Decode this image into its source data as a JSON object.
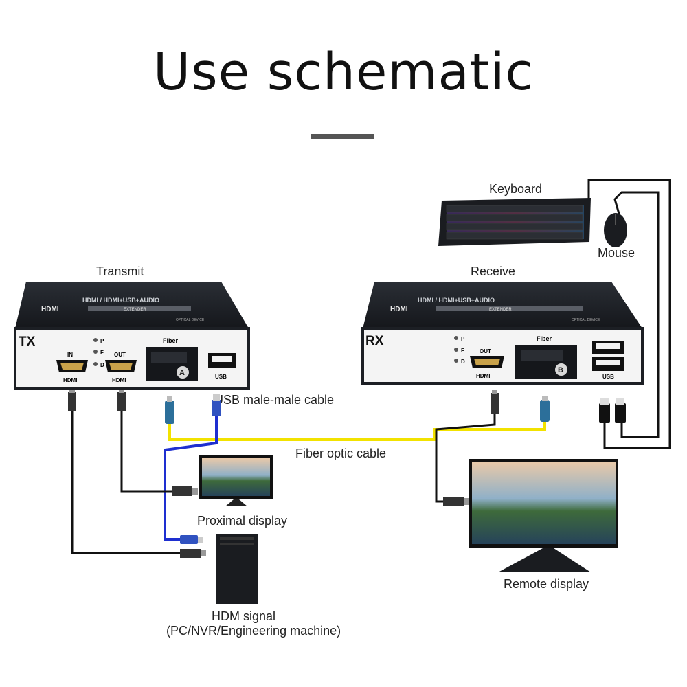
{
  "title": "Use schematic",
  "transmitter": {
    "caption": "Transmit",
    "code": "TX",
    "model_text": "HDMI / HDMI+USB+AUDIO",
    "brand": "HDMI",
    "extender": "EXTENDER",
    "sub": "OPTICAL DEVICE",
    "led_labels": [
      "P",
      "F",
      "D"
    ],
    "port_in_top": "IN",
    "port_in_bottom": "HDMI",
    "port_out_top": "OUT",
    "port_out_bottom": "HDMI",
    "fiber_label": "Fiber",
    "fiber_port": "A",
    "usb_label": "USB"
  },
  "receiver": {
    "caption": "Receive",
    "code": "RX",
    "model_text": "HDMI / HDMI+USB+AUDIO",
    "brand": "HDMI",
    "extender": "EXTENDER",
    "sub": "OPTICAL DEVICE",
    "led_labels": [
      "P",
      "F",
      "D"
    ],
    "port_out_top": "OUT",
    "port_out_bottom": "HDMI",
    "fiber_label": "Fiber",
    "fiber_port": "B",
    "usb_label": "USB"
  },
  "labels": {
    "keyboard": "Keyboard",
    "mouse": "Mouse",
    "usb_cable": "USB male-male cable",
    "fiber_cable": "Fiber optic cable",
    "proximal_display": "Proximal display",
    "remote_display": "Remote display",
    "source_line1": "HDM signal",
    "source_line2": "(PC/NVR/Engineering machine)"
  },
  "colors": {
    "fiber": "#f2e200",
    "usb": "#1e2fd0",
    "hdmi": "#111111",
    "device": "#1c1f24",
    "panel": "#f4f4f4"
  }
}
